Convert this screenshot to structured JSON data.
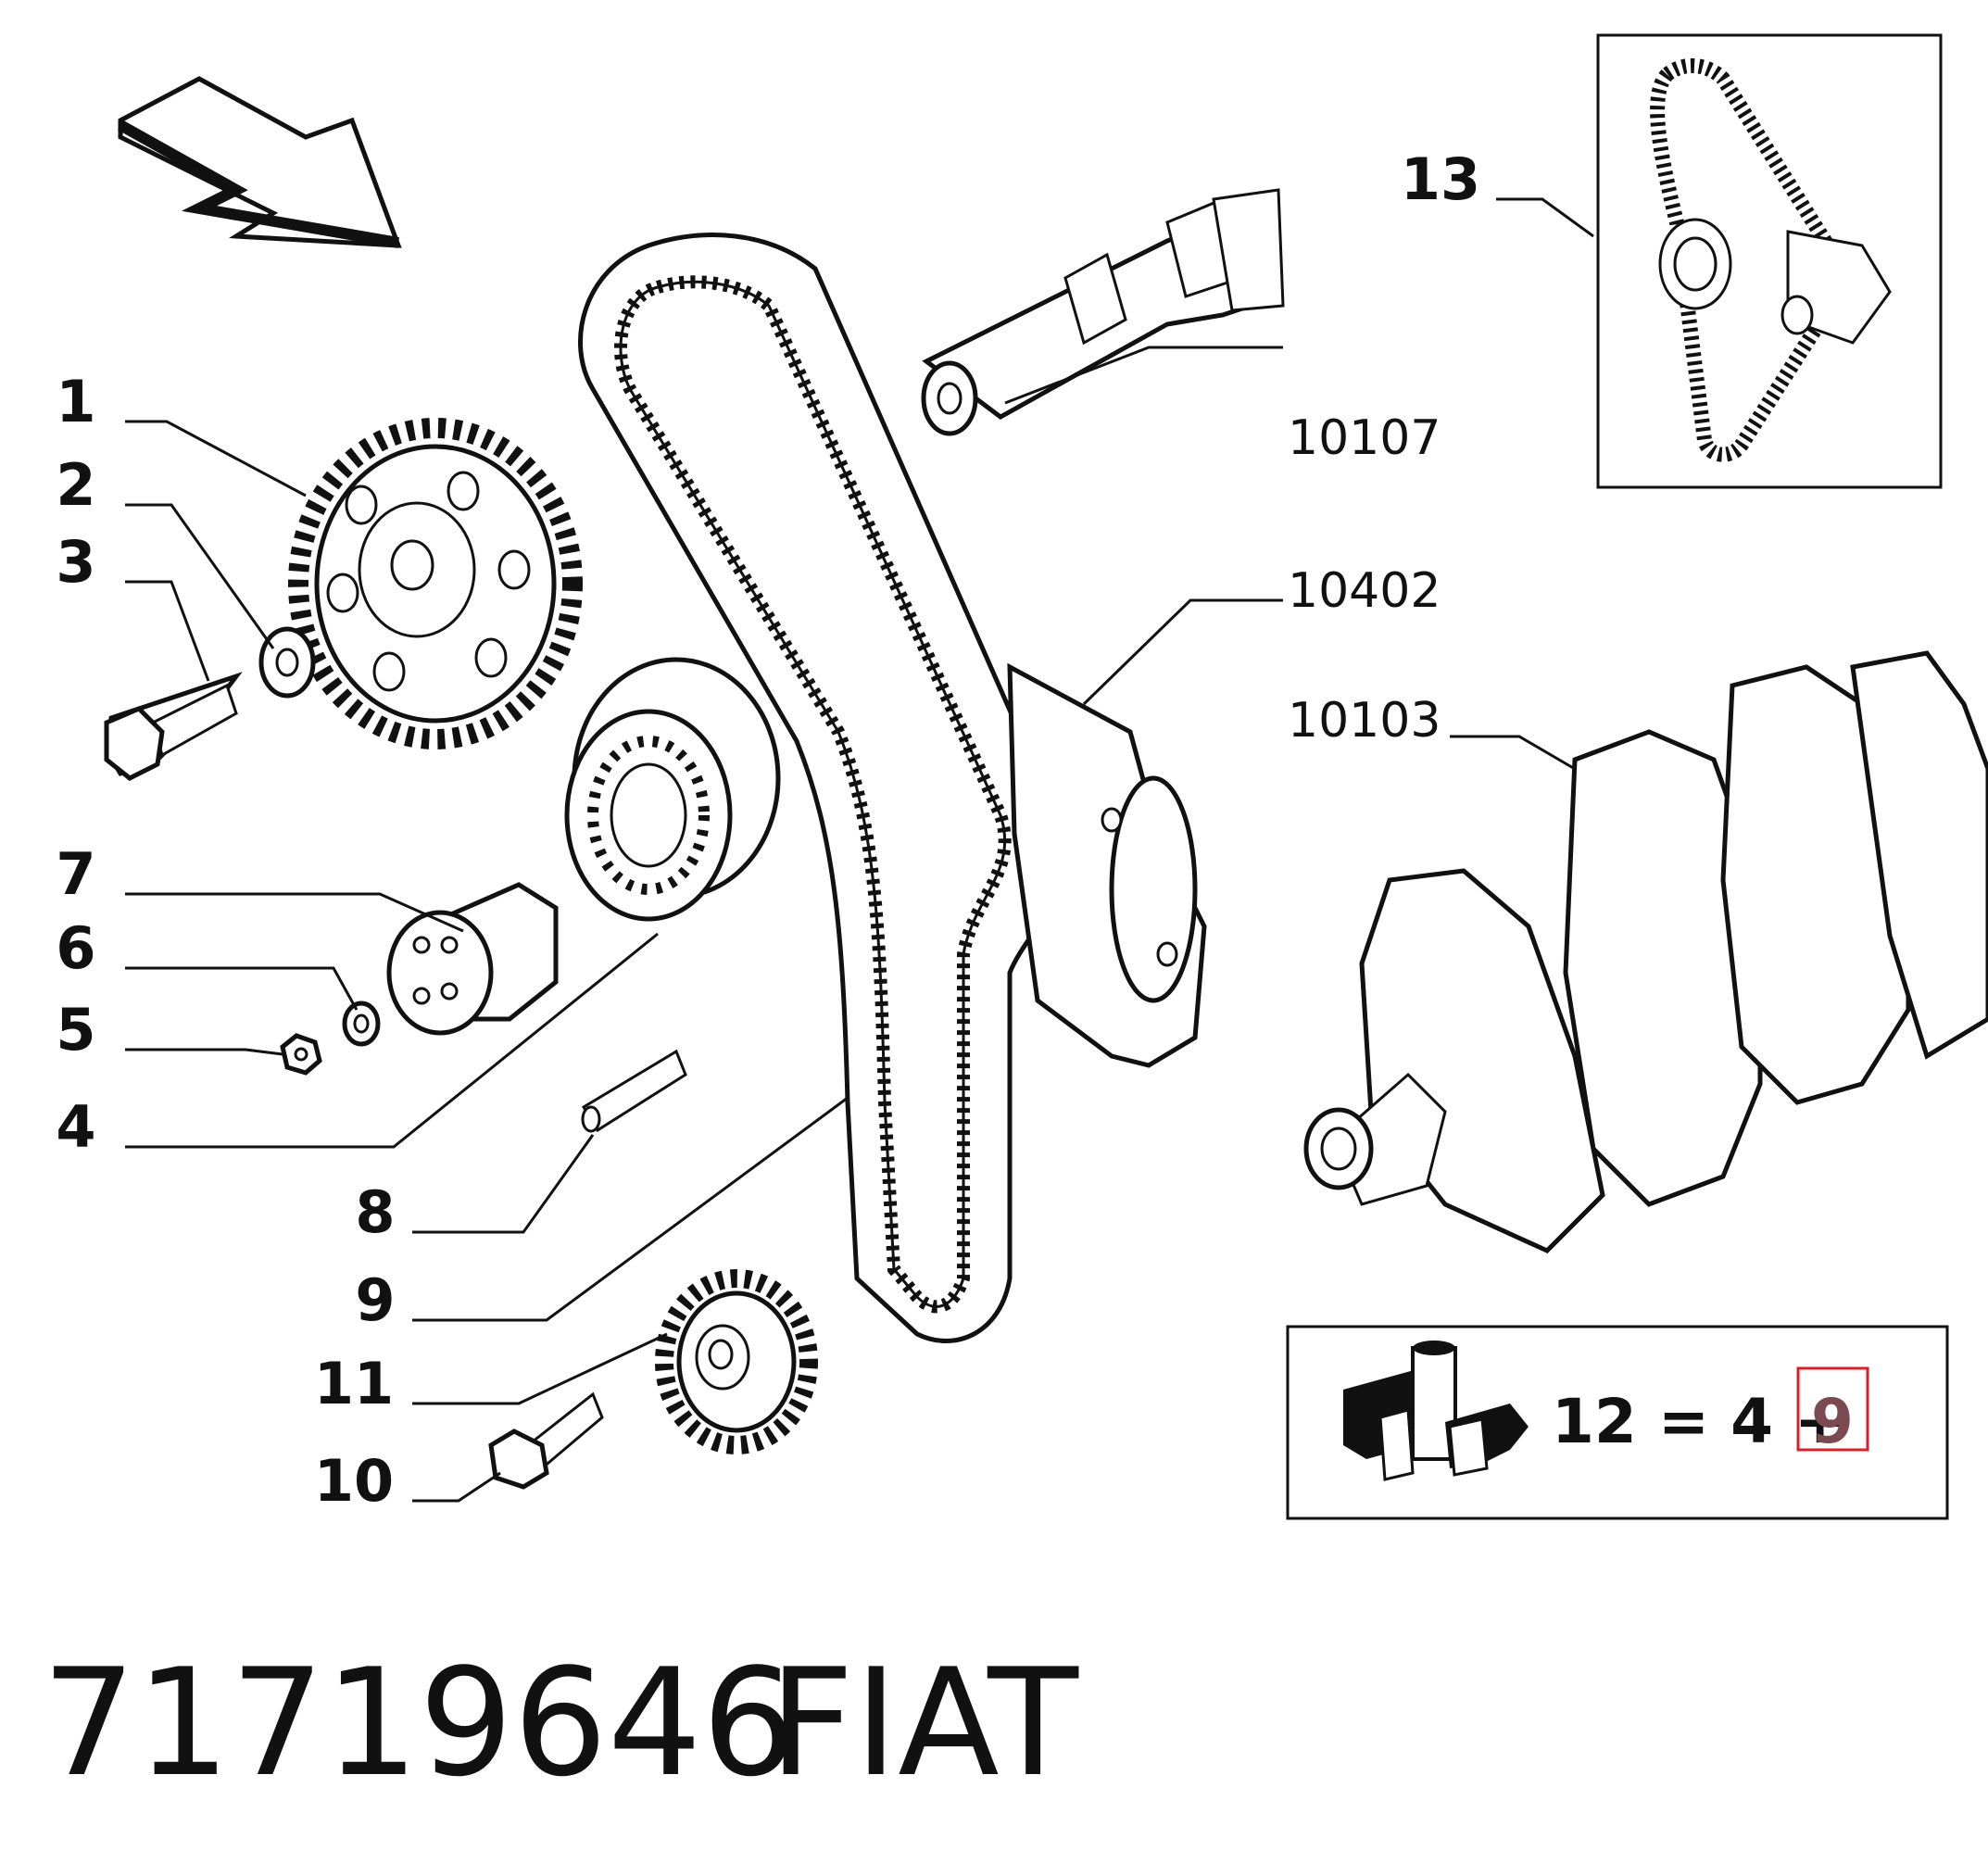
{
  "callouts": {
    "c1": "1",
    "c2": "2",
    "c3": "3",
    "c4": "4",
    "c5": "5",
    "c6": "6",
    "c7": "7",
    "c8": "8",
    "c9": "9",
    "c10": "10",
    "c11": "11",
    "c13": "13"
  },
  "part_numbers": {
    "p10107": "10107",
    "p10402": "10402",
    "p10103": "10103"
  },
  "kit_box": {
    "icon": "fiat-parts-kit-icon",
    "formula_prefix": "12 = 4 +",
    "highlighted_number": "9",
    "highlight_color": "#d8202a"
  },
  "footer": {
    "part_code": "71719646",
    "brand": "FIAT"
  },
  "icons": [
    "direction-arrow-icon",
    "timing-belt-kit-inset"
  ]
}
